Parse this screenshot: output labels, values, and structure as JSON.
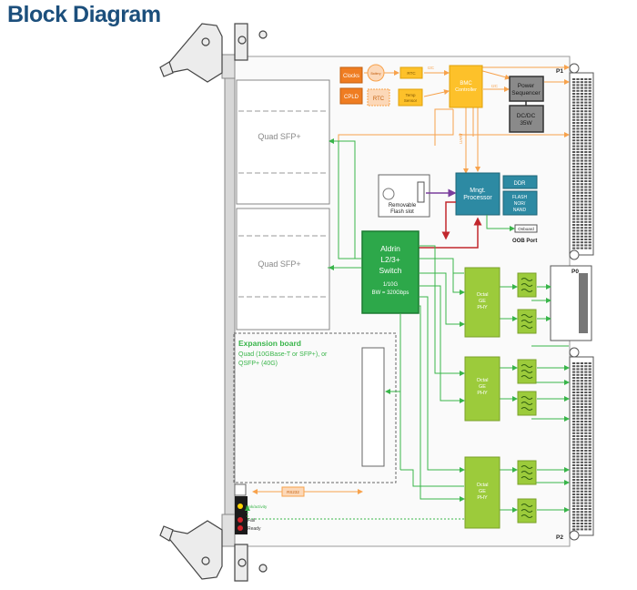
{
  "title": "Block Diagram",
  "labels": {
    "clocks": "Clocks",
    "cpld": "CPLD",
    "rtc": "RTC",
    "rtc_small": "RTC",
    "temp_sensor_1": "Temp",
    "temp_sensor_2": "Sensor",
    "rtc_battery": "Battery",
    "bmc_1": "BMC",
    "bmc_2": "Controller",
    "power_1": "Power",
    "power_2": "Sequencer",
    "dcdc_1": "DC/DC",
    "dcdc_2": "35W",
    "quad_sfp_top": "Quad SFP+",
    "quad_sfp_bottom": "Quad SFP+",
    "removable_1": "Removable",
    "removable_2": "Flash slot",
    "mngt_1": "Mngt.",
    "mngt_2": "Processor",
    "ddr": "DDR",
    "flash_1": "FLASH",
    "flash_2": "NOR/",
    "flash_3": "NAND",
    "onboard": "Onboard",
    "oob_port": "OOB Port",
    "uart": "UART",
    "i2c_1": "I2C",
    "i2c_2": "I2C",
    "switch_1": "Aldrin",
    "switch_2": "L2/3+",
    "switch_3": "Switch",
    "switch_4": "1/10G",
    "switch_5": "BW = 320Gbps",
    "phy_1a": "Octal",
    "phy_1b": "GE",
    "phy_1c": "PHY",
    "phy_2a": "Octal",
    "phy_2b": "GE",
    "phy_2c": "PHY",
    "phy_3a": "Octal",
    "phy_3b": "GE",
    "phy_3c": "PHY",
    "expansion_1": "Expansion board",
    "expansion_2": "Quad (10GBase-T or  SFP+), or",
    "expansion_3": "QSFP+ (40G)",
    "rs232": "RS232",
    "link_activity": "Link/activity",
    "fail": "Fail",
    "ready": "Ready",
    "p1": "P1",
    "p0": "P0",
    "p2": "P2"
  },
  "colors": {
    "title": "#1c4f7c",
    "green_arrow": "#39b54a",
    "orange_line": "#f7a24c",
    "orange_block": "#ef7d22",
    "yellow_block": "#fdc12a",
    "teal_block": "#2d8aa3",
    "switch_green": "#2da84a",
    "phy_green": "#9ccb3b",
    "red_line": "#c1272d",
    "purple_line": "#7a3e9d"
  }
}
